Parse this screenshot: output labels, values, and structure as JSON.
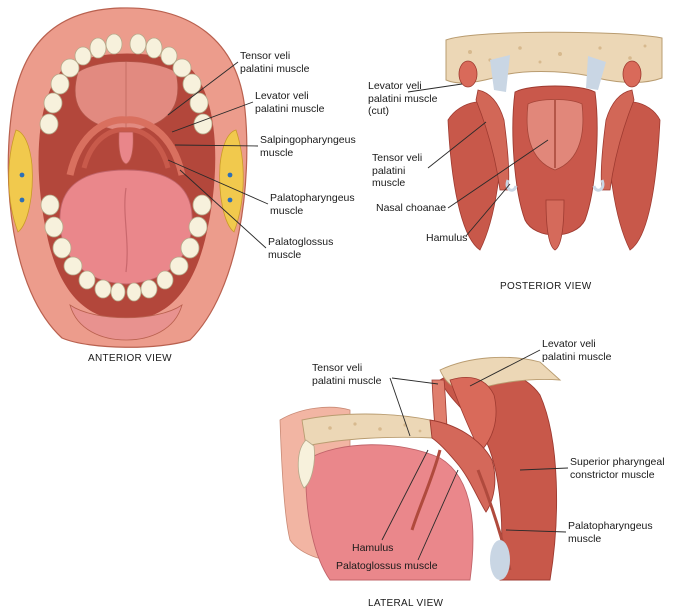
{
  "colors": {
    "muscle": "#c8584a",
    "muscle_dark": "#9e3a30",
    "muscle_light": "#e07f6e",
    "tongue": "#e9868a",
    "gum": "#e8928f",
    "tooth": "#f7f1dc",
    "bone": "#ecd7b6",
    "fat": "#f1c94d",
    "cartilage": "#c9d6e4",
    "skin": "#f2b5a3"
  },
  "anterior": {
    "caption": "ANTERIOR VIEW",
    "labels": {
      "tensor": "Tensor veli\npalatini muscle",
      "levator": "Levator veli\npalatini muscle",
      "salpingo": "Salpingopharyngeus\nmuscle",
      "palatopharyngeus": "Palatopharyngeus\nmuscle",
      "palatoglossus": "Palatoglossus\nmuscle"
    }
  },
  "posterior": {
    "caption": "POSTERIOR VIEW",
    "labels": {
      "levator_cut": "Levator veli\npalatini muscle\n(cut)",
      "tensor": "Tensor veli\npalatini\nmuscle",
      "choanae": "Nasal choanae",
      "hamulus": "Hamulus"
    }
  },
  "lateral": {
    "caption": "LATERAL VIEW",
    "labels": {
      "tensor": "Tensor veli\npalatini muscle",
      "levator": "Levator veli\npalatini muscle",
      "superior": "Superior pharyngeal\nconstrictor muscle",
      "palatopharyngeus": "Palatopharyngeus\nmuscle",
      "hamulus": "Hamulus",
      "palatoglossus": "Palatoglossus muscle"
    }
  }
}
